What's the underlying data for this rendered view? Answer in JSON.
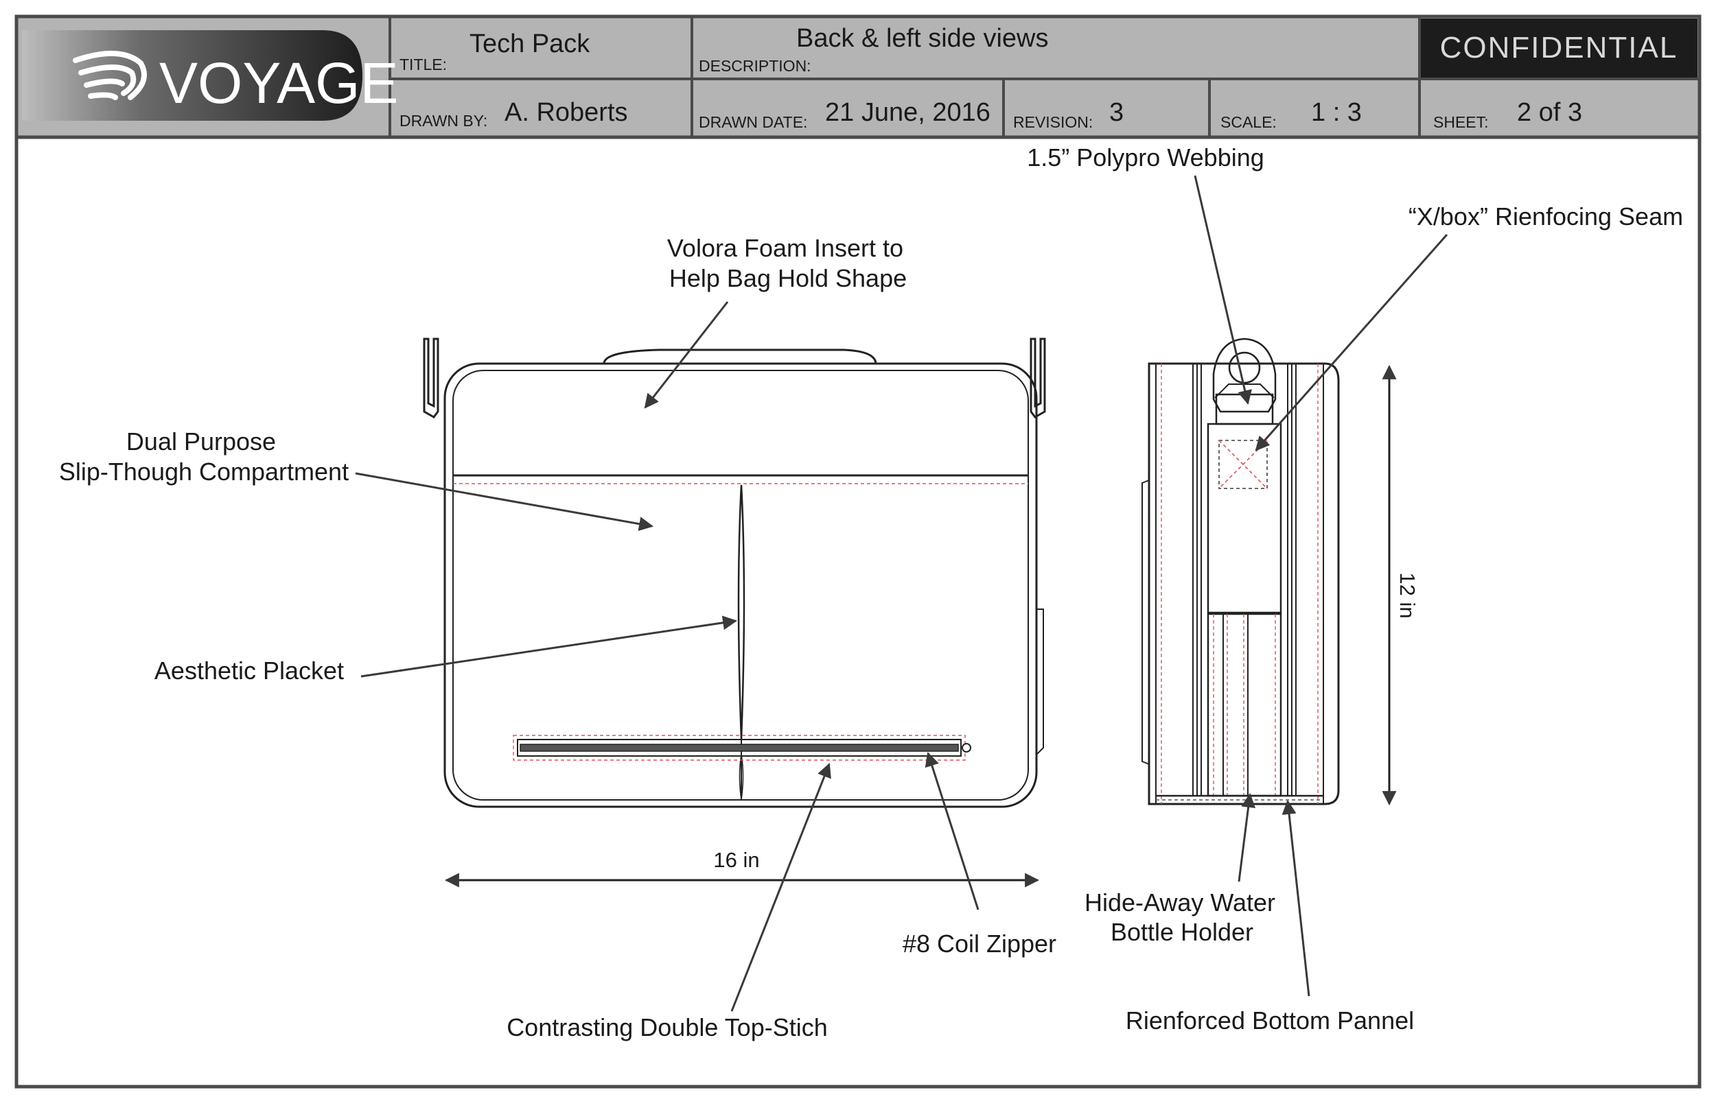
{
  "title_block": {
    "logo_text": "VOYAGE",
    "title_label": "TITLE:",
    "title_value": "Tech Pack",
    "description_label": "DESCRIPTION:",
    "description_value": "Back & left side views",
    "confidential": "CONFIDENTIAL",
    "drawn_by_label": "DRAWN BY:",
    "drawn_by_value": "A. Roberts",
    "drawn_date_label": "DRAWN DATE:",
    "drawn_date_value": "21 June, 2016",
    "revision_label": "REVISION:",
    "revision_value": "3",
    "scale_label": "SCALE:",
    "scale_value": "1 : 3",
    "sheet_label": "SHEET:",
    "sheet_value": "2 of 3"
  },
  "callouts": {
    "foam_line1": "Volora Foam Insert to",
    "foam_line2": "Help Bag Hold Shape",
    "slip_line1": "Dual Purpose",
    "slip_line2": "Slip-Though Compartment",
    "placket": "Aesthetic Placket",
    "zipper": "#8 Coil Zipper",
    "topstitch": "Contrasting Double Top-Stich",
    "webbing": "1.5” Polypro Webbing",
    "xbox": "“X/box” Rienfocing Seam",
    "bottle_line1": "Hide-Away Water",
    "bottle_line2": "Bottle Holder",
    "bottom": "Rienforced Bottom Pannel"
  },
  "dimensions": {
    "width": "16 in",
    "height": "12 in"
  },
  "colors": {
    "header_gray": "#b4b4b4",
    "border": "#4a4a4a",
    "confidential_bg": "#1c1c1c",
    "stitch_red": "#e05050"
  }
}
